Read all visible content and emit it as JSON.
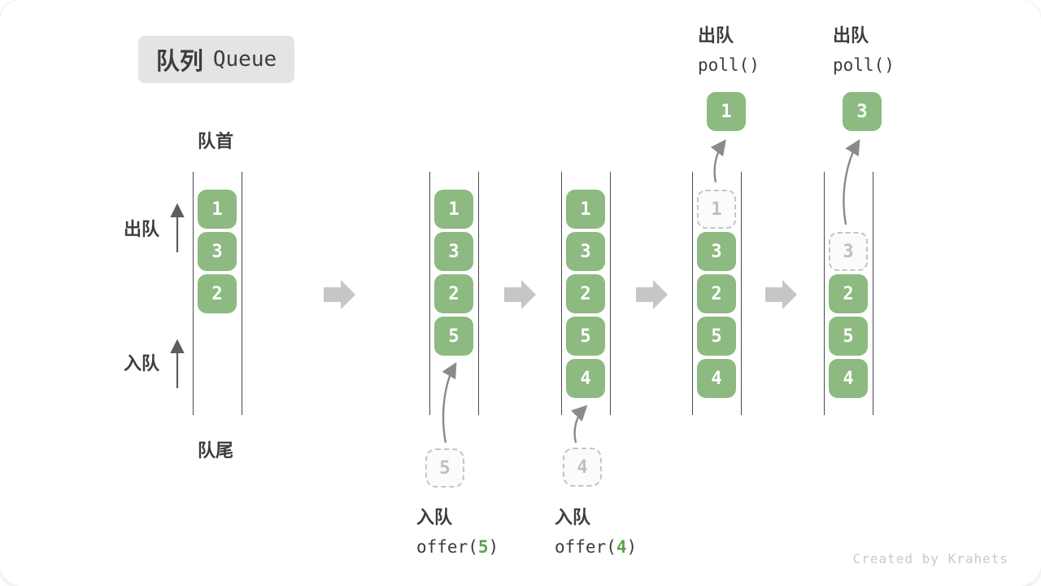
{
  "title": {
    "badge_zh": "队列",
    "badge_en": "Queue"
  },
  "labels": {
    "front": "队首",
    "rear": "队尾",
    "dequeue_side": "出队",
    "enqueue_side": "入队"
  },
  "queues": [
    {
      "name": "state-initial",
      "slots": [
        {
          "value": "1",
          "state": "filled"
        },
        {
          "value": "3",
          "state": "filled"
        },
        {
          "value": "2",
          "state": "filled"
        }
      ]
    },
    {
      "name": "state-after-offer-5",
      "slots": [
        {
          "value": "1",
          "state": "filled"
        },
        {
          "value": "3",
          "state": "filled"
        },
        {
          "value": "2",
          "state": "filled"
        },
        {
          "value": "5",
          "state": "filled"
        }
      ]
    },
    {
      "name": "state-after-offer-4",
      "slots": [
        {
          "value": "1",
          "state": "filled"
        },
        {
          "value": "3",
          "state": "filled"
        },
        {
          "value": "2",
          "state": "filled"
        },
        {
          "value": "5",
          "state": "filled"
        },
        {
          "value": "4",
          "state": "filled"
        }
      ]
    },
    {
      "name": "state-after-poll-1",
      "slots": [
        {
          "value": "1",
          "state": "ghost"
        },
        {
          "value": "3",
          "state": "filled"
        },
        {
          "value": "2",
          "state": "filled"
        },
        {
          "value": "5",
          "state": "filled"
        },
        {
          "value": "4",
          "state": "filled"
        }
      ]
    },
    {
      "name": "state-after-poll-3",
      "slots": [
        {
          "value": "3",
          "state": "ghost"
        },
        {
          "value": "2",
          "state": "filled"
        },
        {
          "value": "5",
          "state": "filled"
        },
        {
          "value": "4",
          "state": "filled"
        }
      ]
    }
  ],
  "incoming_values": [
    {
      "value": "5"
    },
    {
      "value": "4"
    }
  ],
  "outgoing_values": [
    {
      "value": "1"
    },
    {
      "value": "3"
    }
  ],
  "operations": {
    "enqueue": [
      {
        "label": "入队",
        "fn_open": "offer(",
        "arg": "5",
        "fn_close": ")"
      },
      {
        "label": "入队",
        "fn_open": "offer(",
        "arg": "4",
        "fn_close": ")"
      }
    ],
    "dequeue": [
      {
        "label": "出队",
        "fn": "poll()"
      },
      {
        "label": "出队",
        "fn": "poll()"
      }
    ]
  },
  "watermark": "Created by Krahets",
  "colors": {
    "box_green": "#8cba80",
    "code_arg_green": "#5da24f",
    "ghost_gray": "#c4c4c4",
    "wall_gray": "#4a4a4a",
    "block_arrow_gray": "#c6c6c6",
    "thin_arrow_gray": "#8a8a8a",
    "badge_bg": "#e4e4e4",
    "text_dark": "#3c3c3c",
    "watermark_gray": "#c9c9c9"
  }
}
